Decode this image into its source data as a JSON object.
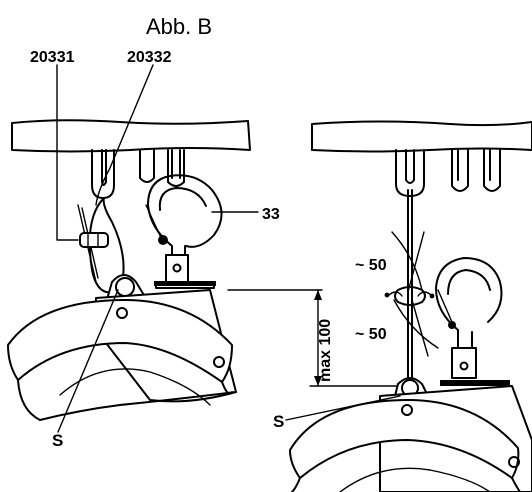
{
  "figure": {
    "title": "Abb. B",
    "labels": {
      "part_a": "20331",
      "part_b": "20332",
      "hook": "33",
      "dim_top": "~ 50",
      "dim_bottom": "~ 50",
      "max_height": "max 100",
      "s_left": "S",
      "s_right": "S"
    }
  }
}
